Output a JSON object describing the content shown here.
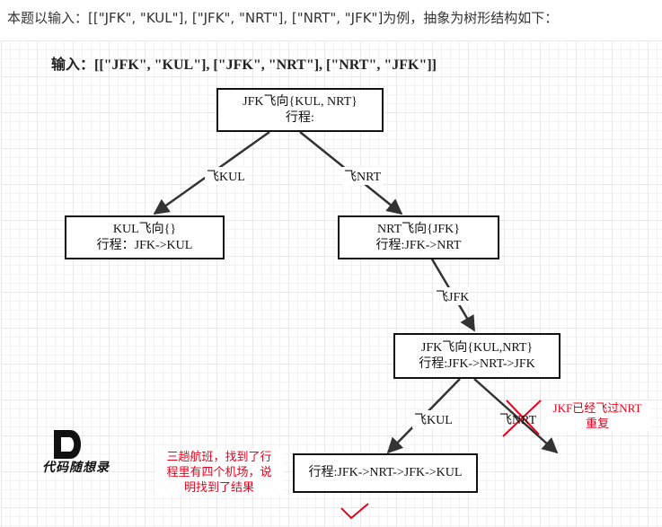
{
  "intro_text": "本题以输入：[[\"JFK\", \"KUL\"], [\"JFK\", \"NRT\"], [\"NRT\", \"JFK\"]为例，抽象为树形结构如下：",
  "diagram": {
    "input_line": "输入：[[\"JFK\", \"KUL\"], [\"JFK\", \"NRT\"], [\"NRT\", \"JFK\"]]",
    "nodes": {
      "root": {
        "line1": "JFK飞向{KUL, NRT}",
        "line2": "行程:"
      },
      "kul": {
        "line1": "KUL飞向{}",
        "line2": "行程：JFK->KUL"
      },
      "nrt": {
        "line1": "NRT飞向{JFK}",
        "line2": "行程:JFK->NRT"
      },
      "jfk2": {
        "line1": "JFK飞向{KUL,NRT}",
        "line2": "行程:JFK->NRT->JFK"
      },
      "final": {
        "line1": "行程:JFK->NRT->JFK->KUL"
      }
    },
    "edge_labels": {
      "root_kul": "飞KUL",
      "root_nrt": "飞NRT",
      "nrt_jfk2": "飞JFK",
      "jfk2_final": "飞KUL",
      "jfk2_nrt": "飞NRT"
    },
    "notes": {
      "duplicate": {
        "line1": "JKF已经飞过NRT",
        "line2": "重复"
      },
      "result": {
        "line1": "三趟航班，找到了行",
        "line2": "程里有四个机场，说",
        "line3": "明找到了结果"
      }
    },
    "colors": {
      "note_red": "#e8001c",
      "edge": "#333333"
    }
  },
  "logo": {
    "text": "代码随想录"
  }
}
